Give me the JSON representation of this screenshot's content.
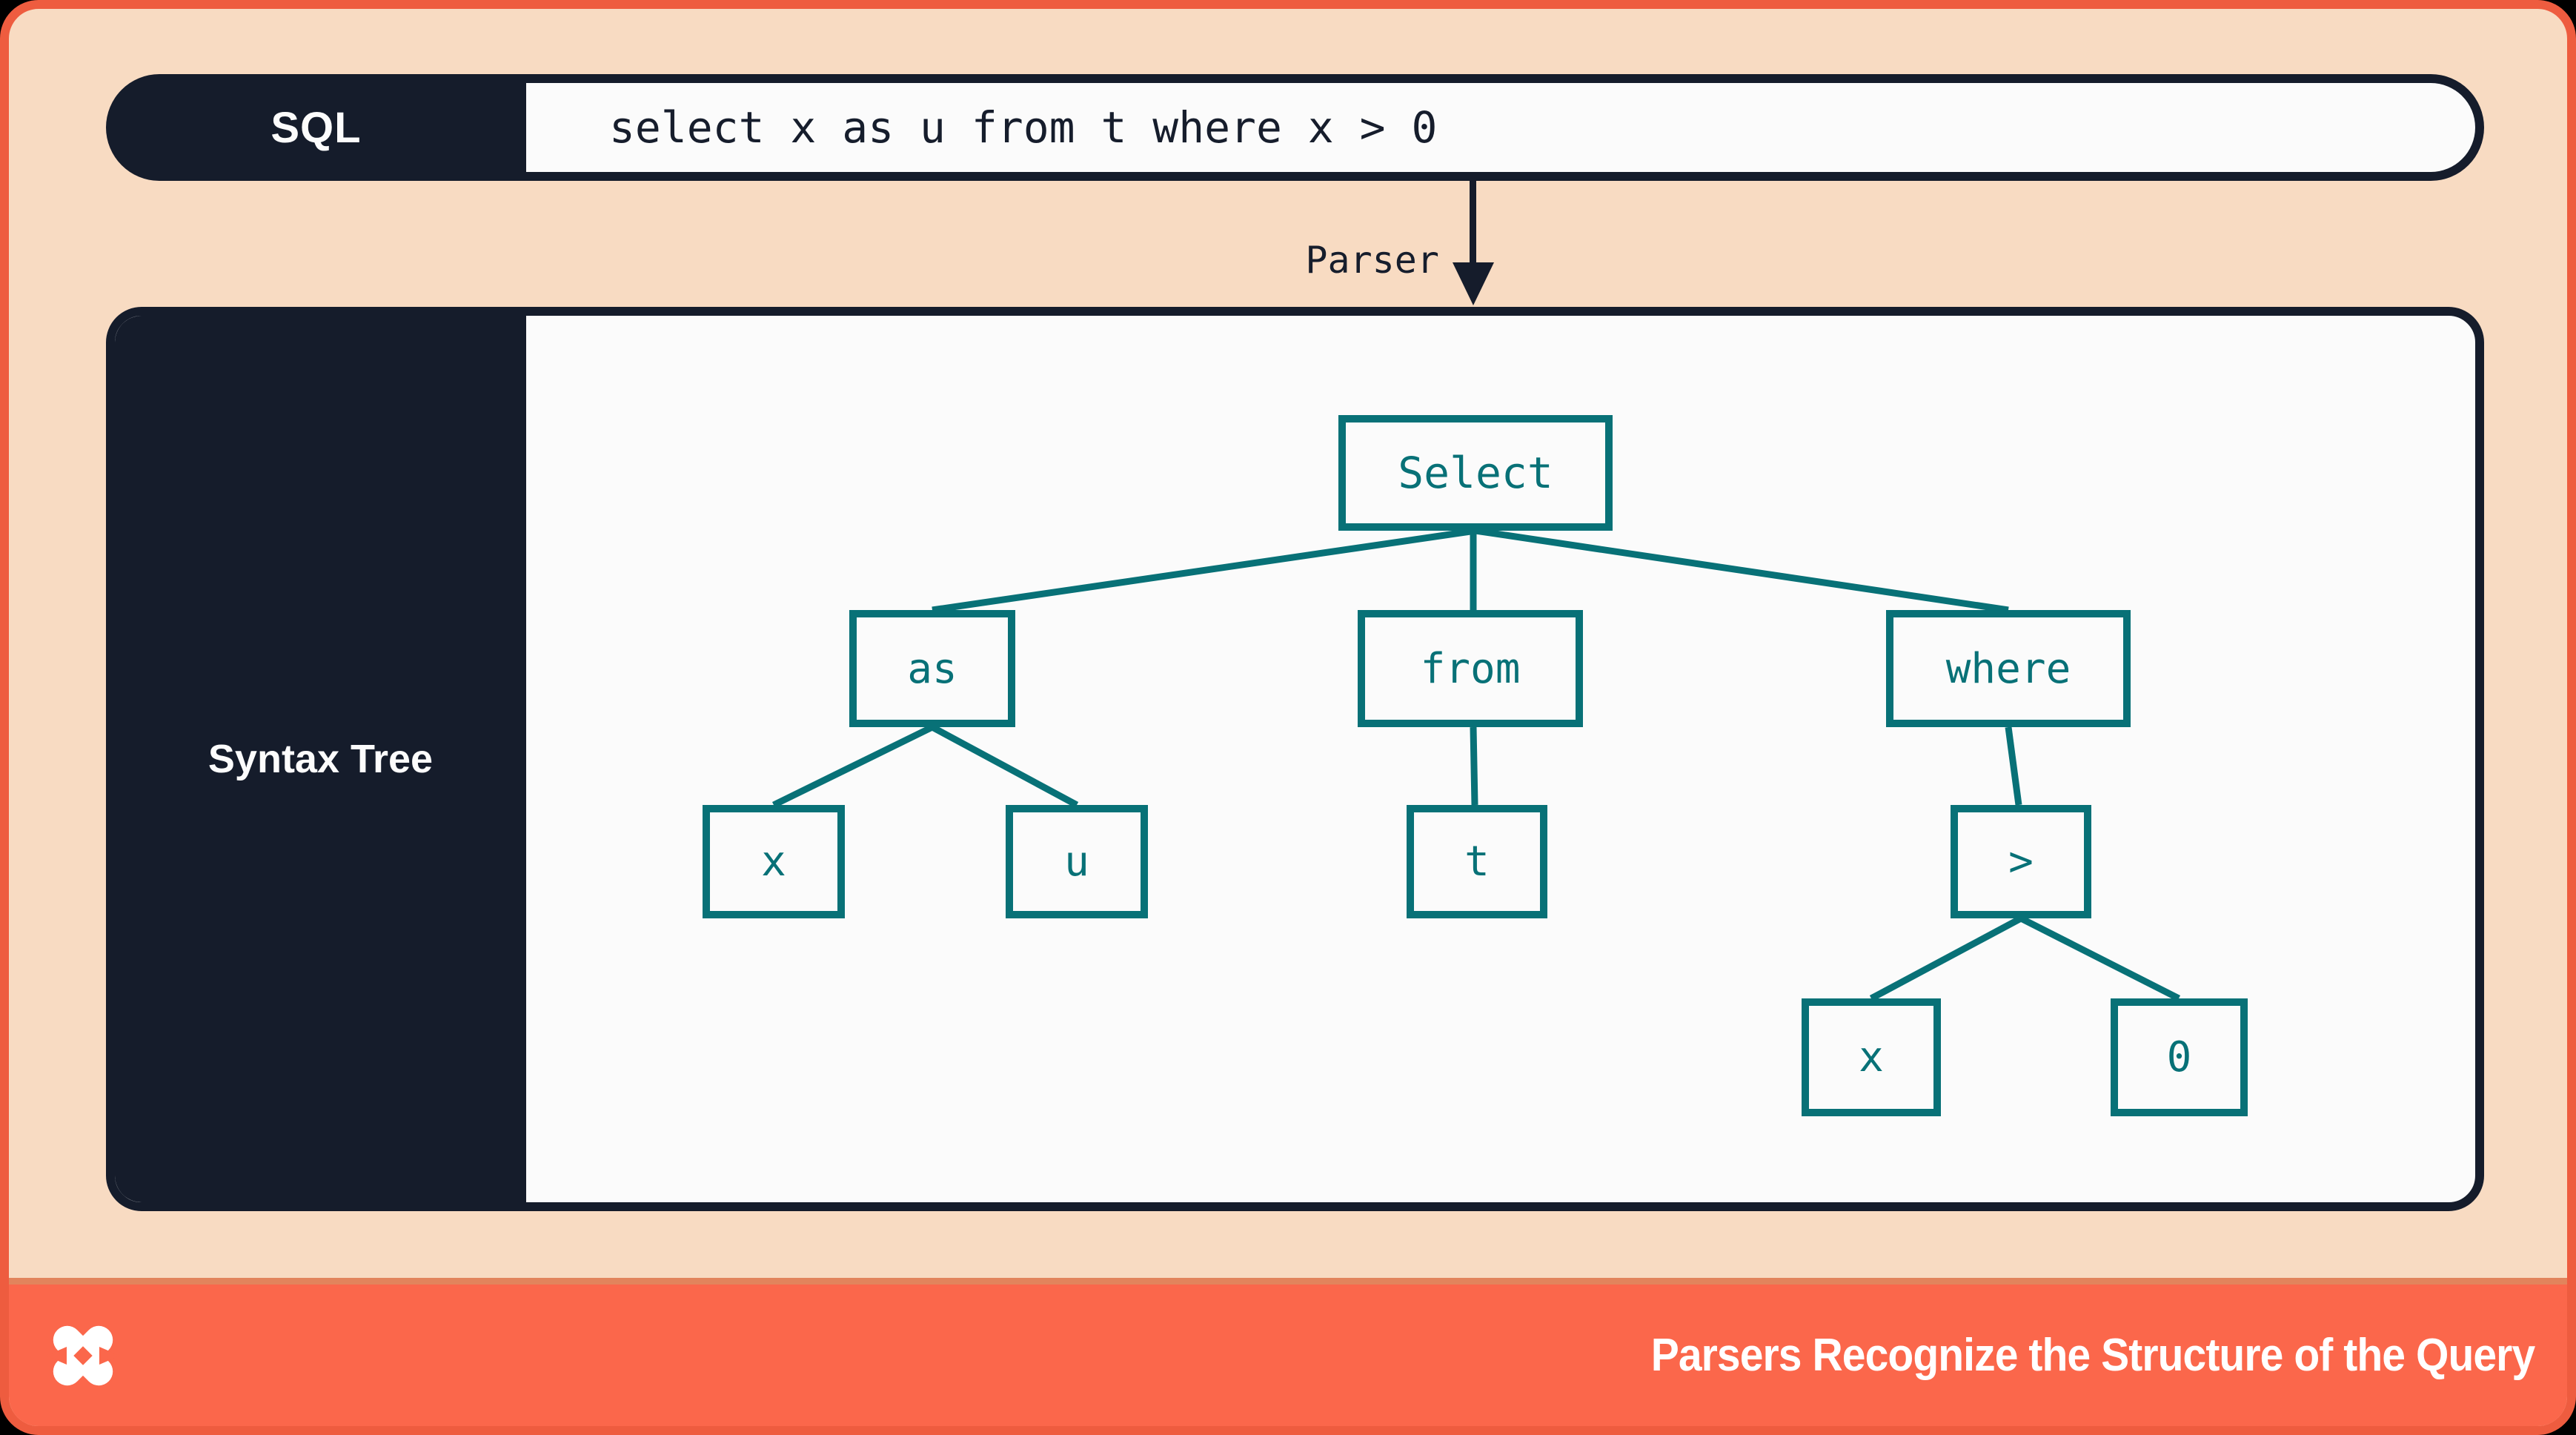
{
  "sql_bar": {
    "label": "SQL",
    "query": "select x as u from t where x > 0"
  },
  "parser_arrow": {
    "label": "Parser"
  },
  "syntax_panel": {
    "label": "Syntax Tree"
  },
  "tree": {
    "nodes": [
      {
        "id": "select",
        "label": "Select",
        "children": [
          "as",
          "from",
          "where"
        ]
      },
      {
        "id": "as",
        "label": "as",
        "children": [
          "x",
          "u"
        ]
      },
      {
        "id": "from",
        "label": "from",
        "children": [
          "t"
        ]
      },
      {
        "id": "where",
        "label": "where",
        "children": [
          ">"
        ]
      },
      {
        "id": "x-alias",
        "label": "x",
        "children": []
      },
      {
        "id": "u",
        "label": "u",
        "children": []
      },
      {
        "id": "t",
        "label": "t",
        "children": []
      },
      {
        "id": "gt",
        "label": ">",
        "children": [
          "x",
          "0"
        ]
      },
      {
        "id": "x-cond",
        "label": "x",
        "children": []
      },
      {
        "id": "zero",
        "label": "0",
        "children": []
      }
    ],
    "edges": [
      [
        "Select",
        "as"
      ],
      [
        "Select",
        "from"
      ],
      [
        "Select",
        "where"
      ],
      [
        "as",
        "x"
      ],
      [
        "as",
        "u"
      ],
      [
        "from",
        "t"
      ],
      [
        "where",
        ">"
      ],
      [
        ">",
        "x"
      ],
      [
        ">",
        "0"
      ]
    ]
  },
  "footer": {
    "title": "Parsers Recognize the Structure of the Query",
    "logo": "dolt-pinwheel-logo"
  },
  "colors": {
    "frame_border": "#EE5C3F",
    "background_peach": "#F8DBC2",
    "navy": "#151C2B",
    "teal": "#087177",
    "paper": "#FBFBFB",
    "footer_orange": "#FB674B"
  }
}
